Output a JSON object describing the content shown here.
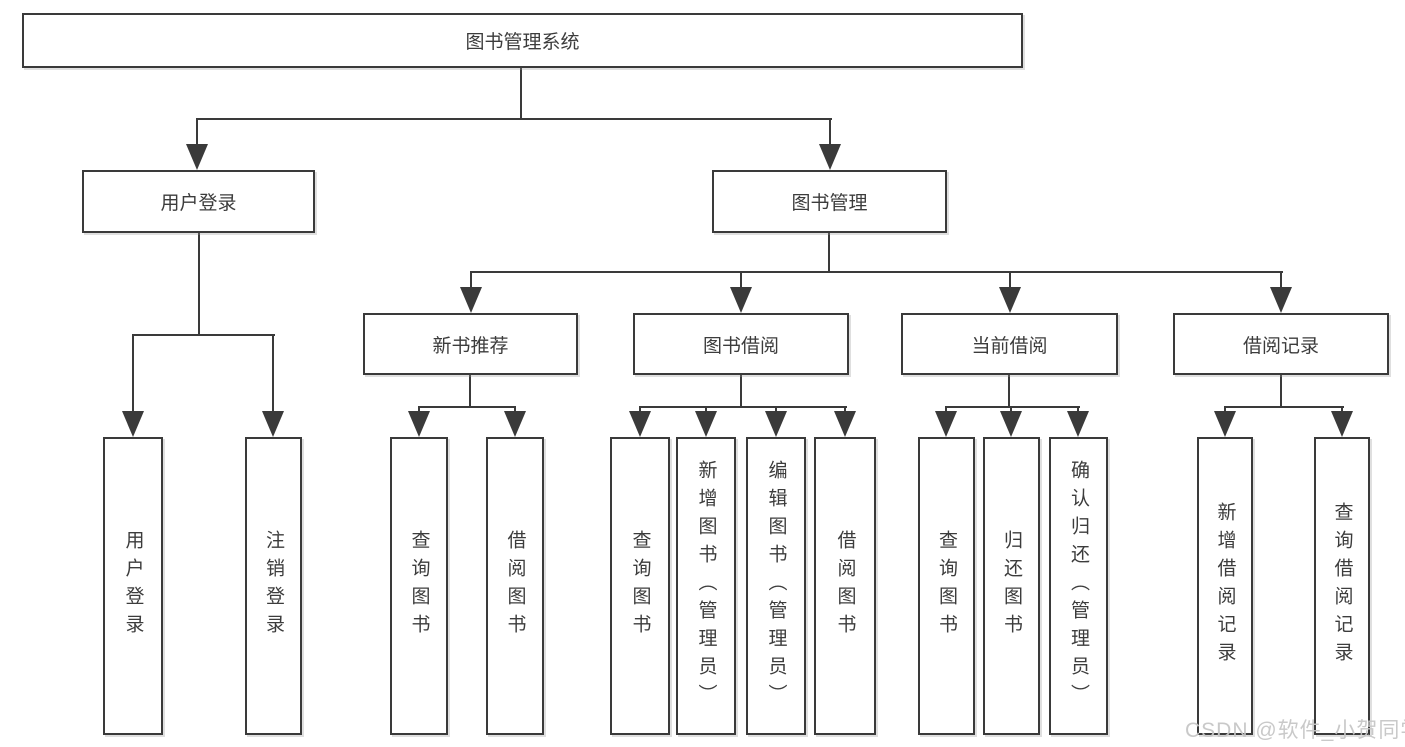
{
  "diagram": {
    "root_label": "图书管理系统",
    "line_color": "#3a3a3a",
    "background_color": "#ffffff"
  },
  "nodes": {
    "root": {
      "label": "图书管理系统"
    },
    "user_login": {
      "label": "用户登录"
    },
    "book_mgmt": {
      "label": "图书管理"
    },
    "new_book_rec": {
      "label": "新书推荐"
    },
    "book_borrow": {
      "label": "图书借阅"
    },
    "current_borrow": {
      "label": "当前借阅"
    },
    "borrow_records": {
      "label": "借阅记录"
    },
    "leaf_user_login": {
      "label": "用户登录"
    },
    "leaf_logout": {
      "label": "注销登录"
    },
    "leaf_query_book_1": {
      "label": "查询图书"
    },
    "leaf_borrow_book_1": {
      "label": "借阅图书"
    },
    "leaf_query_book_2": {
      "label": "查询图书"
    },
    "leaf_add_book": {
      "label": "新增图书（管理员）"
    },
    "leaf_edit_book": {
      "label": "编辑图书（管理员）"
    },
    "leaf_borrow_book_2": {
      "label": "借阅图书"
    },
    "leaf_query_book_3": {
      "label": "查询图书"
    },
    "leaf_return_book": {
      "label": "归还图书"
    },
    "leaf_confirm_return": {
      "label": "确认归还（管理员）"
    },
    "leaf_add_borrow_record": {
      "label": "新增借阅记录"
    },
    "leaf_query_borrow_record": {
      "label": "查询借阅记录"
    }
  },
  "hierarchy": {
    "图书管理系统": {
      "用户登录": [
        "用户登录",
        "注销登录"
      ],
      "图书管理": {
        "新书推荐": [
          "查询图书",
          "借阅图书"
        ],
        "图书借阅": [
          "查询图书",
          "新增图书（管理员）",
          "编辑图书（管理员）",
          "借阅图书"
        ],
        "当前借阅": [
          "查询图书",
          "归还图书",
          "确认归还（管理员）"
        ],
        "借阅记录": [
          "新增借阅记录",
          "查询借阅记录"
        ]
      }
    }
  },
  "watermark": {
    "text": "CSDN @软件_小贺同学"
  }
}
